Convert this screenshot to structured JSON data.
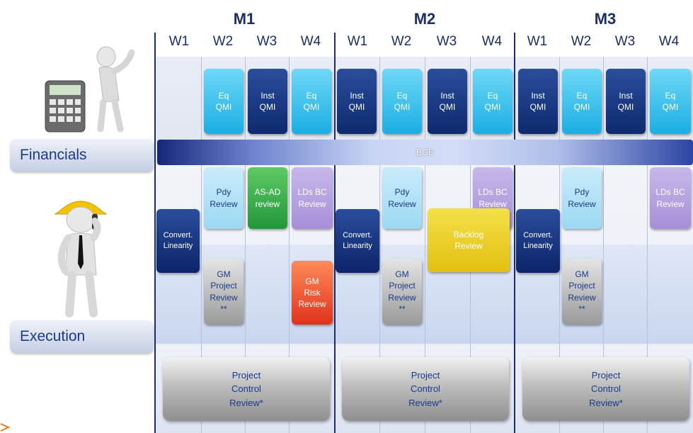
{
  "months": [
    "M1",
    "M2",
    "M3"
  ],
  "weeks": [
    "W1",
    "W2",
    "W3",
    "W4",
    "W1",
    "W2",
    "W3",
    "W4",
    "W1",
    "W2",
    "W3",
    "W4"
  ],
  "sections": {
    "financials": "Financials",
    "execution": "Execution"
  },
  "qmi": {
    "inst_line1": "Inst",
    "eq_line1": "Eq",
    "line2": "QMI"
  },
  "bce_label": "BCE",
  "reviews": {
    "pdy": [
      "Pdy",
      "Review"
    ],
    "asad": [
      "AS-AD",
      "review"
    ],
    "ldsbc": [
      "LDs BC",
      "Review"
    ],
    "convert": [
      "Convert.",
      "Linearity"
    ],
    "gm_project": [
      "GM",
      "Project",
      "Review",
      "**"
    ],
    "gm_risk": [
      "GM",
      "Risk",
      "Review"
    ],
    "backlog": [
      "Backlog",
      "Review"
    ],
    "pcr": [
      "Project",
      "Control",
      "Review*"
    ]
  },
  "colors": {
    "navy": "#1a2f6b",
    "inst_qmi": "#0f2a6e",
    "eq_qmi": "#1aaee3",
    "asad": "#22973a",
    "gm_risk": "#e0321a",
    "backlog": "#e2c00e",
    "ldsbc": "#a58fd8"
  },
  "icons": [
    "accountant-figure-icon",
    "engineer-phone-figure-icon",
    "corner-arrow-icon"
  ]
}
